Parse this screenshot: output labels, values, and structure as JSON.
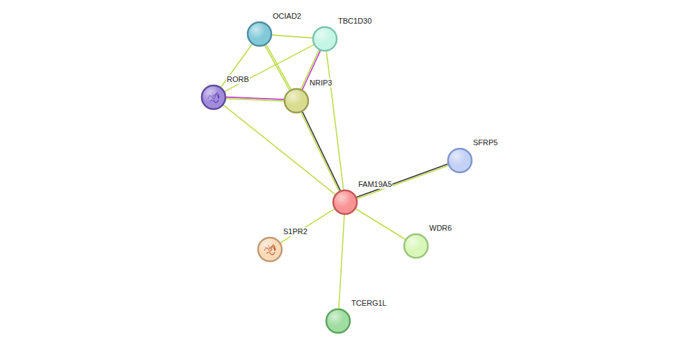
{
  "diagram": {
    "nodes": [
      {
        "text": [
          "OCIAD2"
        ]
      },
      {
        "text": [
          "TBC1D30"
        ]
      },
      {
        "text": [
          "RORB"
        ]
      },
      {
        "text": [
          "NRIP3"
        ]
      },
      {
        "text": [
          "SFRP5"
        ]
      },
      {
        "text": [
          "FAM19A5"
        ]
      },
      {
        "text": [
          "S1PR2"
        ]
      },
      {
        "text": [
          "WDR6"
        ]
      },
      {
        "text": [
          "TCERG1L"
        ]
      }
    ],
    "edges": [
      {
        "from": 0,
        "to": 1,
        "arrow": "none"
      },
      {
        "from": 0,
        "to": 2,
        "arrow": "none"
      },
      {
        "from": 0,
        "to": 3,
        "arrow": "none"
      },
      {
        "from": 1,
        "to": 2,
        "arrow": "none"
      },
      {
        "from": 1,
        "to": 3,
        "arrow": "none"
      },
      {
        "from": 1,
        "to": 5,
        "arrow": "none"
      },
      {
        "from": 2,
        "to": 3,
        "arrow": "none"
      },
      {
        "from": 2,
        "to": 5,
        "arrow": "none"
      },
      {
        "from": 3,
        "to": 5,
        "arrow": "none"
      },
      {
        "from": 5,
        "to": 4,
        "arrow": "none"
      },
      {
        "from": 5,
        "to": 6,
        "arrow": "none"
      },
      {
        "from": 5,
        "to": 7,
        "arrow": "none"
      },
      {
        "from": 5,
        "to": 8,
        "arrow": "none"
      }
    ]
  }
}
